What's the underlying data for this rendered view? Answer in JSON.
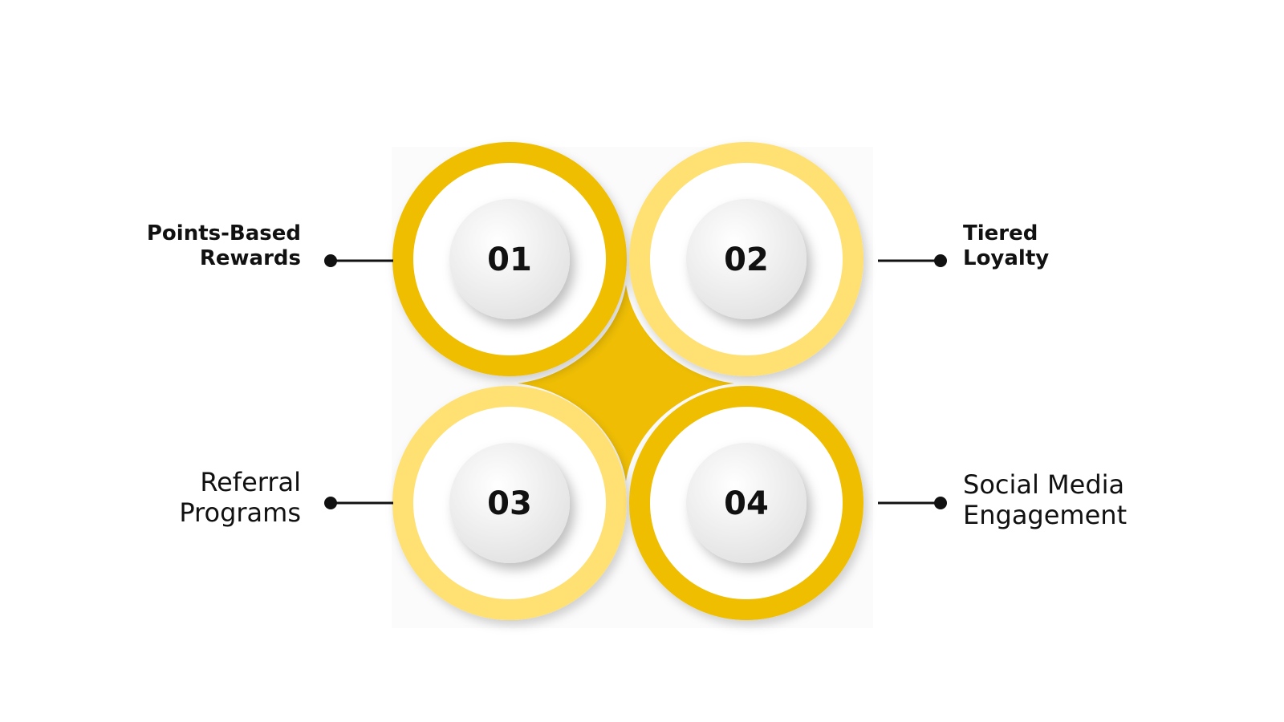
{
  "colors": {
    "ring_dark": "#EFBE04",
    "ring_light": "#FFE073",
    "hub": "#EFBE04",
    "disc": "#F3F3F3",
    "number_text": "#111111",
    "connector": "#111111"
  },
  "items": [
    {
      "number": "01",
      "label_lines": [
        "Points-Based",
        "Rewards"
      ],
      "ring_tone": "dark",
      "side": "left"
    },
    {
      "number": "02",
      "label_lines": [
        "Tiered",
        "Loyalty"
      ],
      "ring_tone": "light",
      "side": "right"
    },
    {
      "number": "03",
      "label_lines": [
        "Referral",
        "Programs"
      ],
      "ring_tone": "light",
      "side": "left"
    },
    {
      "number": "04",
      "label_lines": [
        "Social Media",
        "Engagement"
      ],
      "ring_tone": "dark",
      "side": "right"
    }
  ]
}
